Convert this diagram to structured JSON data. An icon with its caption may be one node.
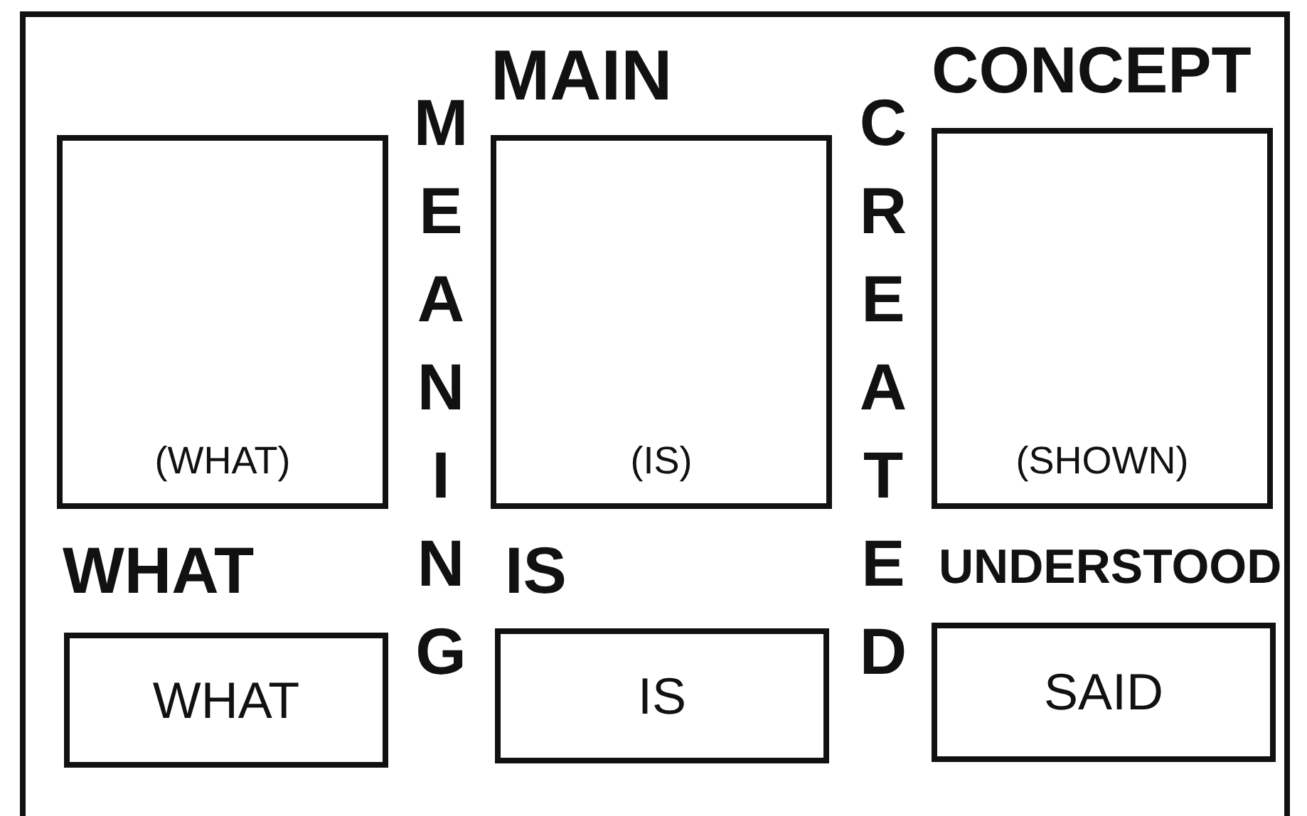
{
  "diagram": {
    "nodes": [
      {
        "text": [
          "(WHAT)"
        ]
      },
      {
        "text": [
          "(IS)"
        ]
      },
      {
        "text": [
          "(SHOWN)"
        ]
      },
      {
        "text": [
          "WHAT"
        ]
      },
      {
        "text": [
          "IS"
        ]
      },
      {
        "text": [
          "SAID"
        ]
      }
    ],
    "labels": [
      "MAIN",
      "CONCEPT",
      "MEANING",
      "CREATED",
      "WHAT",
      "IS",
      "UNDERSTOOD"
    ]
  }
}
